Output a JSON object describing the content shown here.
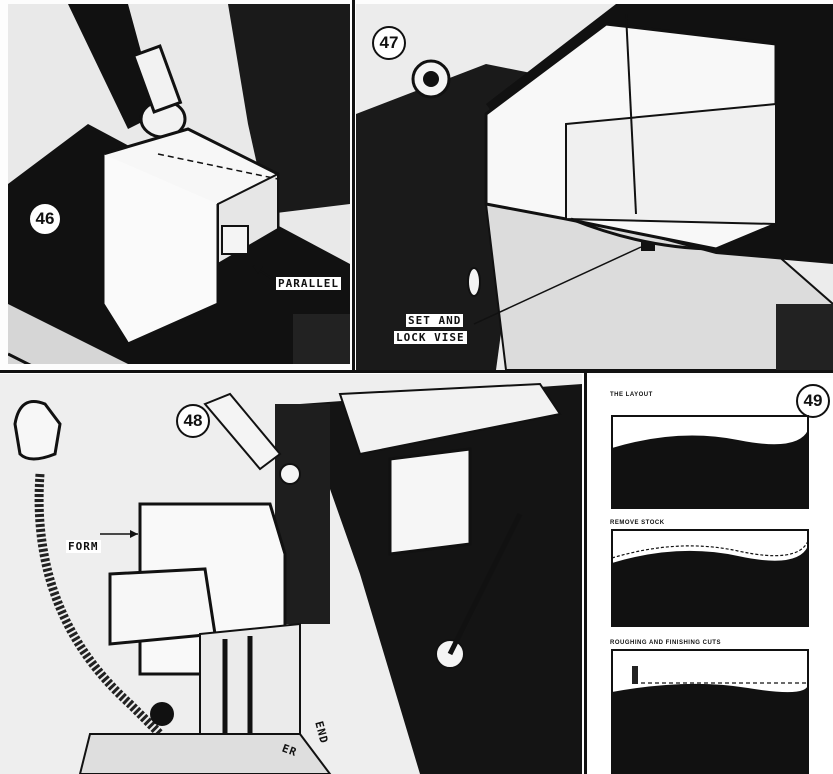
{
  "figure_numbers": {
    "fig46": "46",
    "fig47": "47",
    "fig48": "48",
    "fig49": "49"
  },
  "labels": {
    "parallel": "PARALLEL",
    "set_and": "SET AND",
    "lock_vise": "LOCK VISE",
    "form": "FORM",
    "end": "END",
    "er": "ER"
  },
  "fig49_steps": [
    "THE LAYOUT",
    "REMOVE STOCK",
    "ROUGHING AND FINISHING CUTS"
  ]
}
